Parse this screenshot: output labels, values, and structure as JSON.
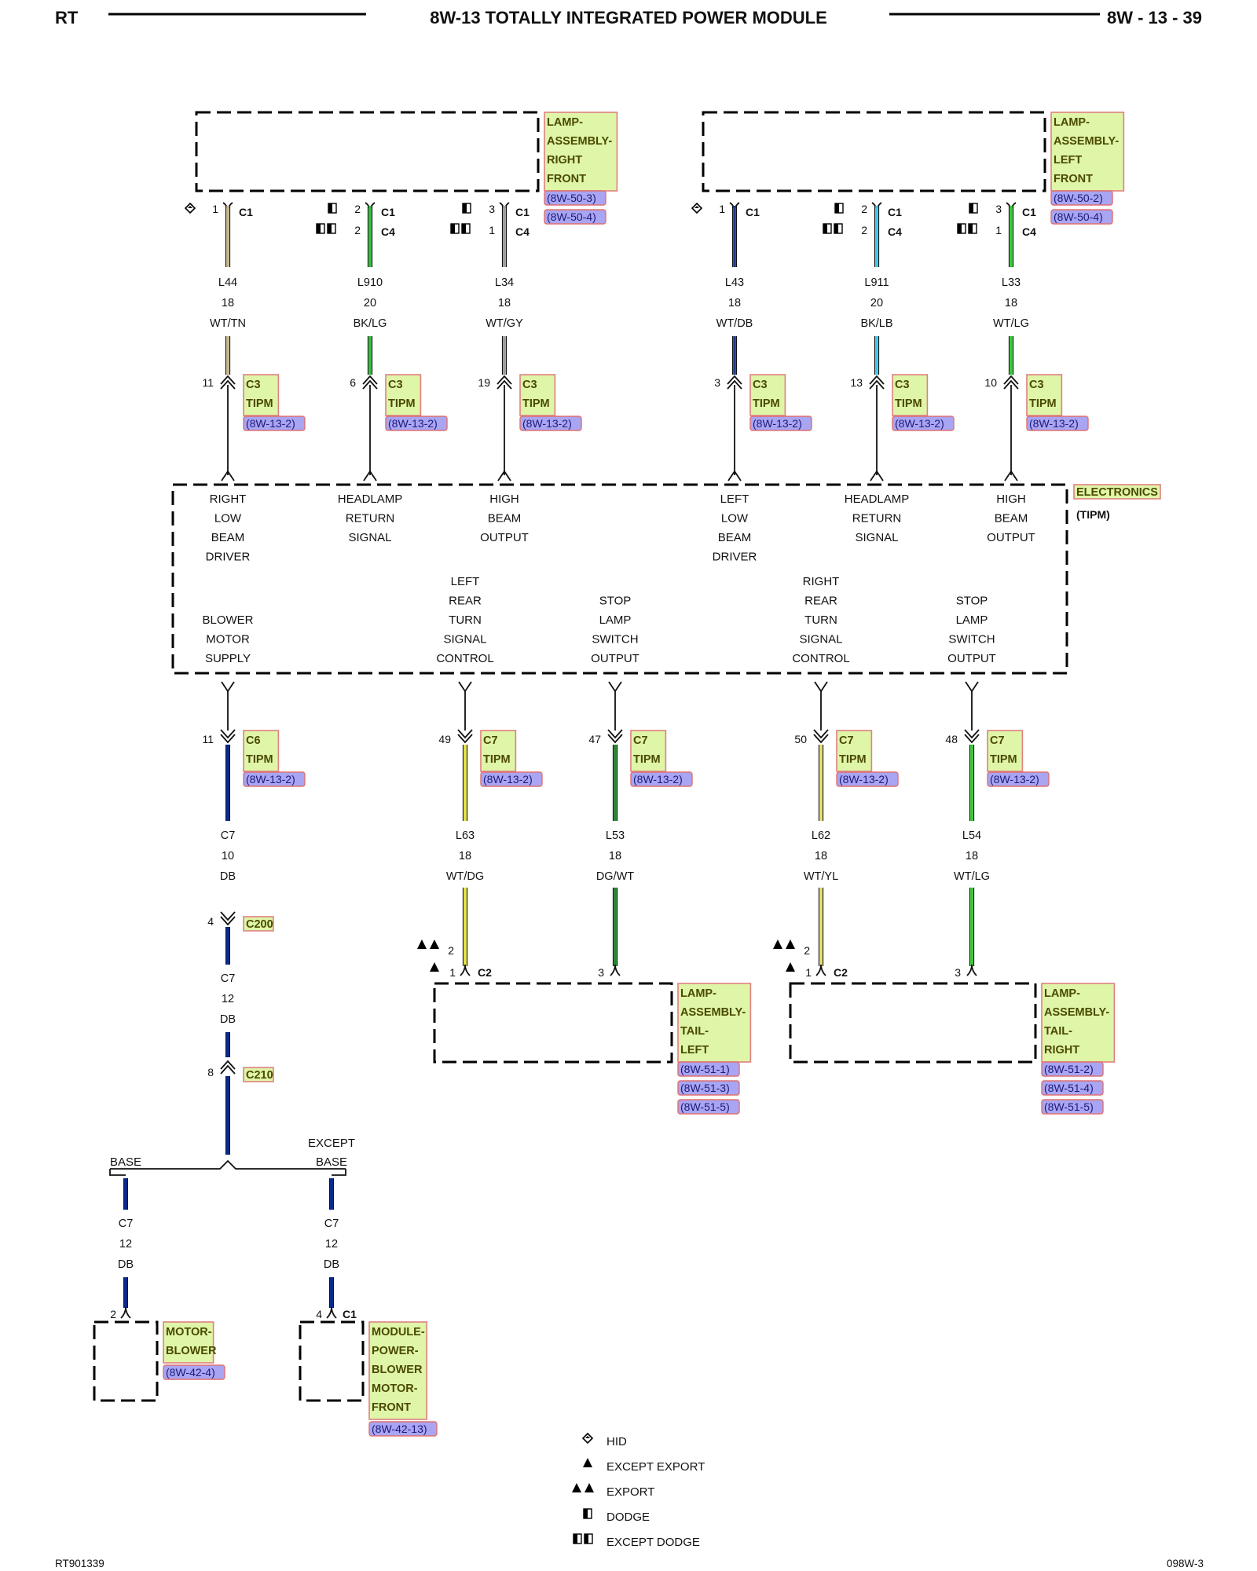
{
  "header": {
    "left": "RT",
    "title": "8W-13 TOTALLY INTEGRATED POWER MODULE",
    "page": "8W - 13 - 39"
  },
  "footer": {
    "left": "RT901339",
    "right": "098W-3"
  },
  "tipm": {
    "label": "ELECTRONICS",
    "sublabel": "(TIPM)",
    "upper_functions": [
      [
        "RIGHT",
        "LOW",
        "BEAM",
        "DRIVER"
      ],
      [
        "HEADLAMP",
        "RETURN",
        "SIGNAL"
      ],
      [
        "HIGH",
        "BEAM",
        "OUTPUT"
      ],
      [
        "LEFT",
        "LOW",
        "BEAM",
        "DRIVER"
      ],
      [
        "HEADLAMP",
        "RETURN",
        "SIGNAL"
      ],
      [
        "HIGH",
        "BEAM",
        "OUTPUT"
      ]
    ],
    "lower_functions": [
      [
        "BLOWER",
        "MOTOR",
        "SUPPLY"
      ],
      [
        "LEFT",
        "REAR",
        "TURN",
        "SIGNAL",
        "CONTROL"
      ],
      [
        "STOP",
        "LAMP",
        "SWITCH",
        "OUTPUT"
      ],
      [
        "RIGHT",
        "REAR",
        "TURN",
        "SIGNAL",
        "CONTROL"
      ],
      [
        "STOP",
        "LAMP",
        "SWITCH",
        "OUTPUT"
      ]
    ]
  },
  "top_components": [
    {
      "label": [
        "LAMP-",
        "ASSEMBLY-",
        "RIGHT",
        "FRONT"
      ],
      "refs": [
        "(8W-50-3)",
        "(8W-50-4)"
      ]
    },
    {
      "label": [
        "LAMP-",
        "ASSEMBLY-",
        "LEFT",
        "FRONT"
      ],
      "refs": [
        "(8W-50-2)",
        "(8W-50-4)"
      ]
    }
  ],
  "top_wires": [
    {
      "circuit": "L44",
      "gauge": "18",
      "color": "WT/TN",
      "stroke": "#c8b88a",
      "lamp_pins": [
        "1",
        ""
      ],
      "lamp_conns": [
        "C1",
        ""
      ],
      "symbols": [
        "hid",
        ""
      ],
      "tipm_pin": "11",
      "tipm_conn": [
        "C3",
        "TIPM"
      ],
      "ref": "(8W-13-2)"
    },
    {
      "circuit": "L910",
      "gauge": "20",
      "color": "BK/LG",
      "stroke": "#2fbf3a",
      "lamp_pins": [
        "2",
        "2"
      ],
      "lamp_conns": [
        "C1",
        "C4"
      ],
      "symbols": [
        "dodge",
        "except-dodge"
      ],
      "tipm_pin": "6",
      "tipm_conn": [
        "C3",
        "TIPM"
      ],
      "ref": "(8W-13-2)"
    },
    {
      "circuit": "L34",
      "gauge": "18",
      "color": "WT/GY",
      "stroke": "#9a9a9a",
      "lamp_pins": [
        "3",
        "1"
      ],
      "lamp_conns": [
        "C1",
        "C4"
      ],
      "symbols": [
        "dodge",
        "except-dodge"
      ],
      "tipm_pin": "19",
      "tipm_conn": [
        "C3",
        "TIPM"
      ],
      "ref": "(8W-13-2)"
    },
    {
      "circuit": "L43",
      "gauge": "18",
      "color": "WT/DB",
      "stroke": "#1a3a8a",
      "lamp_pins": [
        "1",
        ""
      ],
      "lamp_conns": [
        "C1",
        ""
      ],
      "symbols": [
        "hid",
        ""
      ],
      "tipm_pin": "3",
      "tipm_conn": [
        "C3",
        "TIPM"
      ],
      "ref": "(8W-13-2)"
    },
    {
      "circuit": "L911",
      "gauge": "20",
      "color": "BK/LB",
      "stroke": "#3cc8ea",
      "lamp_pins": [
        "2",
        "2"
      ],
      "lamp_conns": [
        "C1",
        "C4"
      ],
      "symbols": [
        "dodge",
        "except-dodge"
      ],
      "tipm_pin": "13",
      "tipm_conn": [
        "C3",
        "TIPM"
      ],
      "ref": "(8W-13-2)"
    },
    {
      "circuit": "L33",
      "gauge": "18",
      "color": "WT/LG",
      "stroke": "#2fcf2f",
      "lamp_pins": [
        "3",
        "1"
      ],
      "lamp_conns": [
        "C1",
        "C4"
      ],
      "symbols": [
        "dodge",
        "except-dodge"
      ],
      "tipm_pin": "10",
      "tipm_conn": [
        "C3",
        "TIPM"
      ],
      "ref": "(8W-13-2)"
    }
  ],
  "bottom_wires": [
    {
      "circuit": "C7",
      "gauge": "10",
      "color": "DB",
      "stroke": "#0a2a8a",
      "tipm_pin": "11",
      "tipm_conn": [
        "C6",
        "TIPM"
      ],
      "ref": "(8W-13-2)"
    },
    {
      "circuit": "L63",
      "gauge": "18",
      "color": "WT/DG",
      "stroke": "#e6e640",
      "tipm_pin": "49",
      "tipm_conn": [
        "C7",
        "TIPM"
      ],
      "ref": "(8W-13-2)"
    },
    {
      "circuit": "L53",
      "gauge": "18",
      "color": "DG/WT",
      "stroke": "#1e8a2a",
      "tipm_pin": "47",
      "tipm_conn": [
        "C7",
        "TIPM"
      ],
      "ref": "(8W-13-2)"
    },
    {
      "circuit": "L62",
      "gauge": "18",
      "color": "WT/YL",
      "stroke": "#e8e070",
      "tipm_pin": "50",
      "tipm_conn": [
        "C7",
        "TIPM"
      ],
      "ref": "(8W-13-2)"
    },
    {
      "circuit": "L54",
      "gauge": "18",
      "color": "WT/LG",
      "stroke": "#2fcf2f",
      "tipm_pin": "48",
      "tipm_conn": [
        "C7",
        "TIPM"
      ],
      "ref": "(8W-13-2)"
    }
  ],
  "tail_lamps": [
    {
      "label": [
        "LAMP-",
        "ASSEMBLY-",
        "TAIL-",
        "LEFT"
      ],
      "refs": [
        "(8W-51-1)",
        "(8W-51-3)",
        "(8W-51-5)"
      ],
      "pins": [
        "2",
        "1",
        "3"
      ],
      "conn": "C2"
    },
    {
      "label": [
        "LAMP-",
        "ASSEMBLY-",
        "TAIL-",
        "RIGHT"
      ],
      "refs": [
        "(8W-51-2)",
        "(8W-51-4)",
        "(8W-51-5)"
      ],
      "pins": [
        "2",
        "1",
        "3"
      ],
      "conn": "C2"
    }
  ],
  "blower": {
    "c200": {
      "pin": "4",
      "label": "C200"
    },
    "mid_wire": {
      "circuit": "C7",
      "gauge": "12",
      "color": "DB"
    },
    "c210": {
      "pin": "8",
      "label": "C210"
    },
    "branch_left": "BASE",
    "branch_right": [
      "EXCEPT",
      "BASE"
    ],
    "left_wire": {
      "circuit": "C7",
      "gauge": "12",
      "color": "DB",
      "pin": "2"
    },
    "right_wire": {
      "circuit": "C7",
      "gauge": "12",
      "color": "DB",
      "pin": "4",
      "conn": "C1"
    },
    "motor": {
      "label": [
        "MOTOR-",
        "BLOWER"
      ],
      "ref": "(8W-42-4)"
    },
    "module": {
      "label": [
        "MODULE-",
        "POWER-",
        "BLOWER",
        "MOTOR-",
        "FRONT"
      ],
      "ref": "(8W-42-13)"
    }
  },
  "legend": [
    {
      "symbol": "hid",
      "text": "HID"
    },
    {
      "symbol": "except-export",
      "text": "EXCEPT EXPORT"
    },
    {
      "symbol": "export",
      "text": "EXPORT"
    },
    {
      "symbol": "dodge",
      "text": "DODGE"
    },
    {
      "symbol": "except-dodge",
      "text": "EXCEPT DODGE"
    }
  ],
  "colors": {
    "tag_fill": "#dff5a8",
    "tag_border": "#e08080",
    "ref_fill": "#a9a5f2"
  }
}
